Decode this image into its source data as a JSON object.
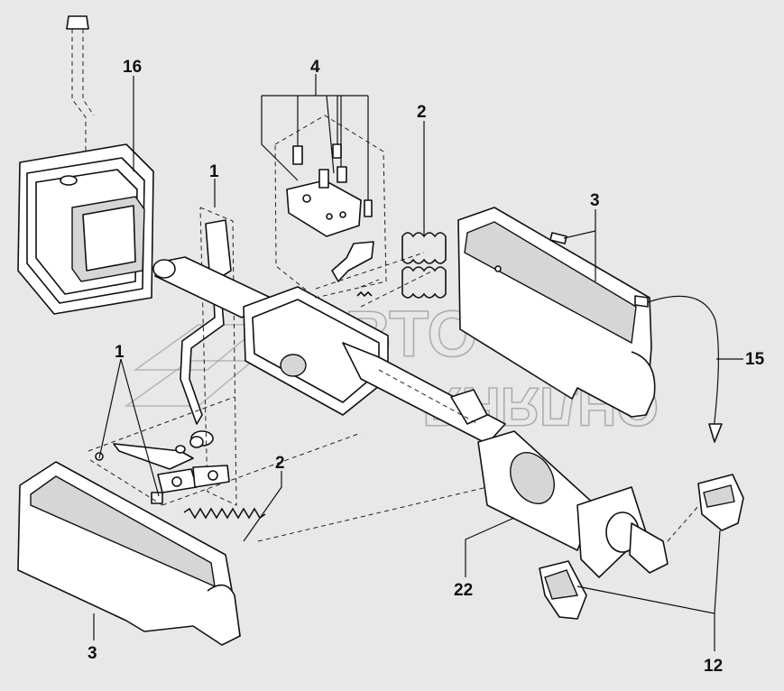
{
  "callouts": {
    "label_16": "16",
    "label_4": "4",
    "label_2_top": "2",
    "label_1_top": "1",
    "label_3_right": "3",
    "label_1_left": "1",
    "label_15": "15",
    "label_2_bottom": "2",
    "label_22": "22",
    "label_3_bottom": "3",
    "label_12": "12"
  },
  "watermark": {
    "line1": "АВТО",
    "line2": "ОНЛЯНЯ"
  }
}
